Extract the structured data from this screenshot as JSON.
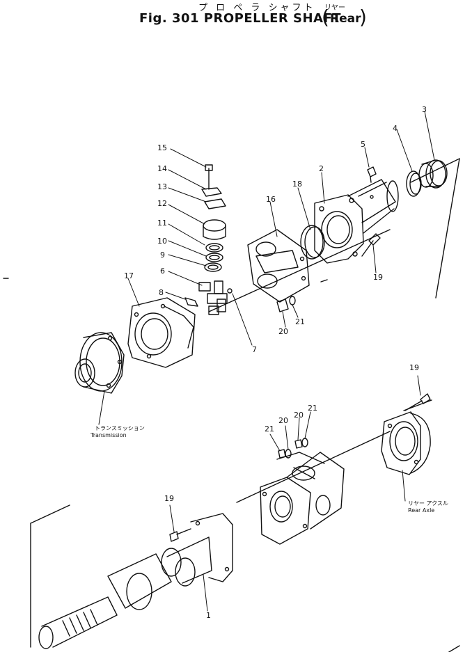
{
  "header": {
    "title_jp": "プ ロ ペ ラ シャフト",
    "title_jp_sub": "リヤー",
    "title": "Fig. 301  PROPELLER SHAFT",
    "title_sub": "Rear"
  },
  "callouts": {
    "n1": "1",
    "n2": "2",
    "n3": "3",
    "n4": "4",
    "n5": "5",
    "n6": "6",
    "n7": "7",
    "n8": "8",
    "n9": "9",
    "n10": "10",
    "n11": "11",
    "n12": "12",
    "n13": "13",
    "n14": "14",
    "n15": "15",
    "n16": "16",
    "n17": "17",
    "n18": "18",
    "n19": "19",
    "n20": "20",
    "n21": "21"
  },
  "references": {
    "transmission_jp": "トランスミッション",
    "transmission": "Transmission",
    "rear_axle_jp": "リヤー アクスル",
    "rear_axle": "Rear Axle"
  }
}
